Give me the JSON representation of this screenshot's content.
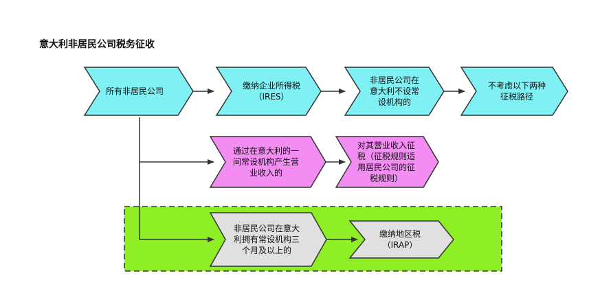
{
  "title": "意大利非居民公司税务征收",
  "colors": {
    "cyan": "#7ff0f4",
    "magenta": "#f38cf3",
    "gray": "#e0e0e0",
    "green_region": "#8ef024",
    "stroke": "#333333"
  },
  "nodes": {
    "n1": {
      "lines": [
        "所有非居民公司"
      ]
    },
    "n2": {
      "lines": [
        "缴纳企业所得税",
        "（IRES）"
      ]
    },
    "n3": {
      "lines": [
        "非居民公司在",
        "意大利不设常",
        "设机构的"
      ]
    },
    "n4": {
      "lines": [
        "不考虑以下两种",
        "征税路径"
      ]
    },
    "n5": {
      "lines": [
        "通过在意大利的一",
        "间常设机构产生营",
        "业收入的"
      ]
    },
    "n6": {
      "lines": [
        "对其营业收入征",
        "税（征税规则适",
        "用居民公司的征",
        "税规则）"
      ]
    },
    "n7": {
      "lines": [
        "非居民公司在意大",
        "利拥有常设机构三",
        "个月及以上的"
      ]
    },
    "n8": {
      "lines": [
        "缴纳地区税",
        "（IRAP）"
      ]
    }
  }
}
